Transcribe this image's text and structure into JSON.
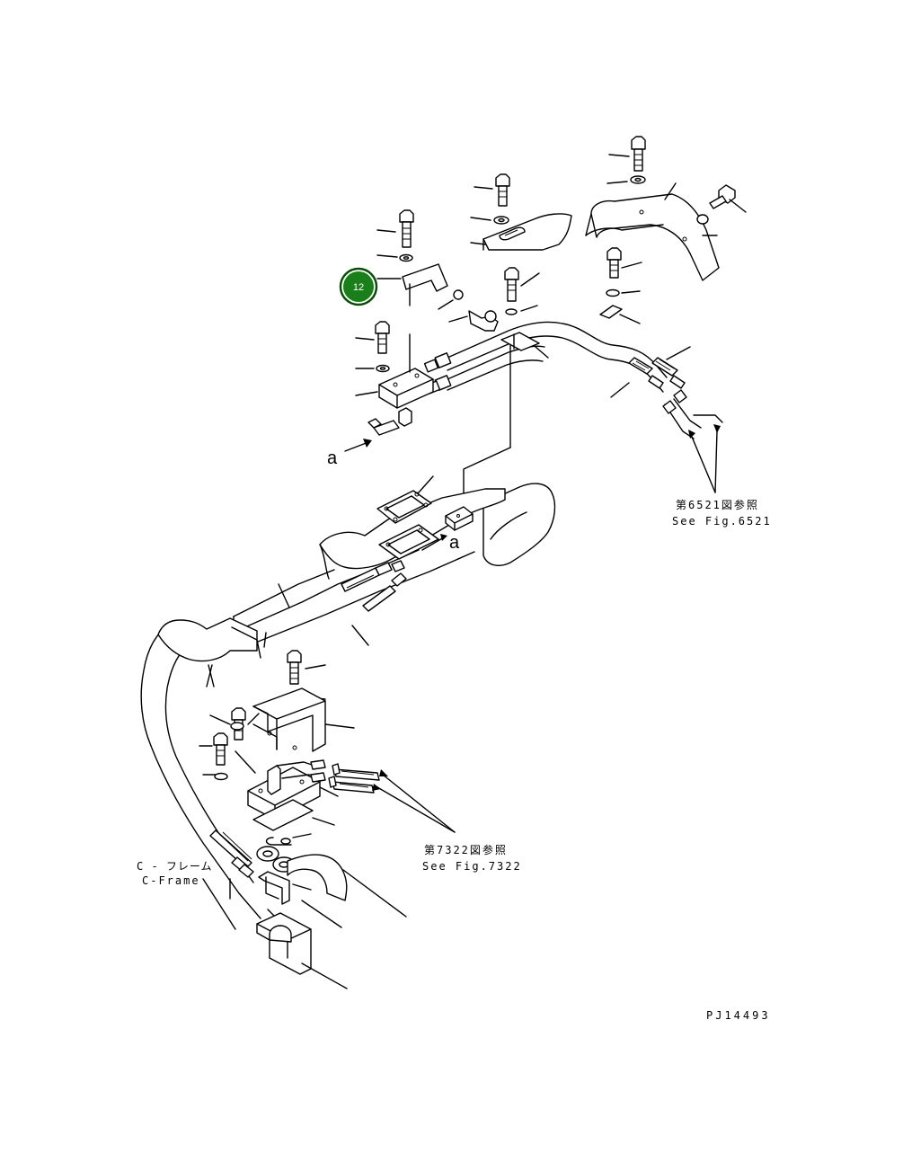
{
  "callout": {
    "number": "12",
    "color": "#1a7f1a",
    "ring": "#0c4d0c"
  },
  "view_marker_letter": "a",
  "view_marker_letter_second": "a",
  "references": {
    "fig_6521_jp": "第6521図参照",
    "fig_6521_en": "See Fig.6521",
    "fig_7322_jp": "第7322図参照",
    "fig_7322_en": "See Fig.7322"
  },
  "frame_label": {
    "jp": "C - フレーム",
    "en": "C-Frame"
  },
  "drawing_code": "PJ14493"
}
